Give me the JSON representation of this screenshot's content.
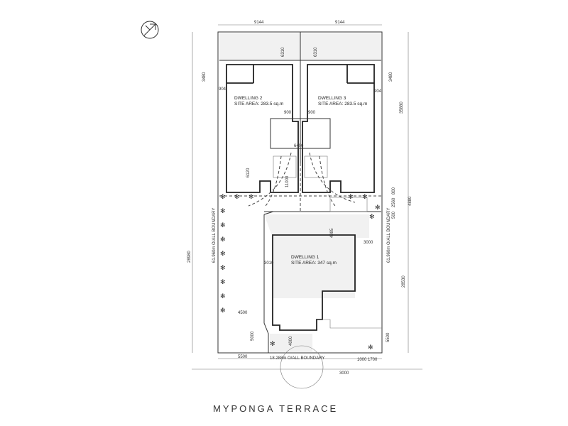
{
  "title": "MYPONGA TERRACE",
  "dwellings": [
    {
      "name": "DWELLING 2",
      "area": "SITE AREA: 283.5 sq.m"
    },
    {
      "name": "DWELLING 3",
      "area": "SITE AREA: 283.5 sq.m"
    },
    {
      "name": "DWELLING 1",
      "area": "SITE AREA: 347 sq.m"
    }
  ],
  "dimensions": {
    "top_left_width": "9144",
    "top_right_width": "9144",
    "front_setback_left": "6310",
    "front_setback_right": "6310",
    "notch_left": "3480",
    "notch_right": "3480",
    "side_left": "904",
    "side_right": "904",
    "gap_left": "900",
    "gap_right": "900",
    "garage_width": "6400",
    "garage_depth": "6120",
    "driveway": "11000",
    "overall_upper": "35880",
    "right_upper": "4880",
    "right_a": "800",
    "right_b": "2560",
    "right_c": "500",
    "left_boundary": "61.960m O/ALL BOUNDARY",
    "right_boundary": "61.960m O/ALL BOUNDARY",
    "d1_top": "4995",
    "d1_right": "3000",
    "d1_side": "3010",
    "overall_lower_left": "28980",
    "overall_lower_right": "28530",
    "d1_left": "4500",
    "front_left": "5000",
    "front_mid": "4000",
    "front_right": "5500",
    "bottom_left": "5500",
    "front_boundary": "18.288m O/ALL BOUNDARY",
    "bottom_r1": "1000",
    "bottom_r2": "1700",
    "crossover": "3000"
  },
  "colors": {
    "line": "#333333",
    "shade": "#f1f1f1"
  }
}
